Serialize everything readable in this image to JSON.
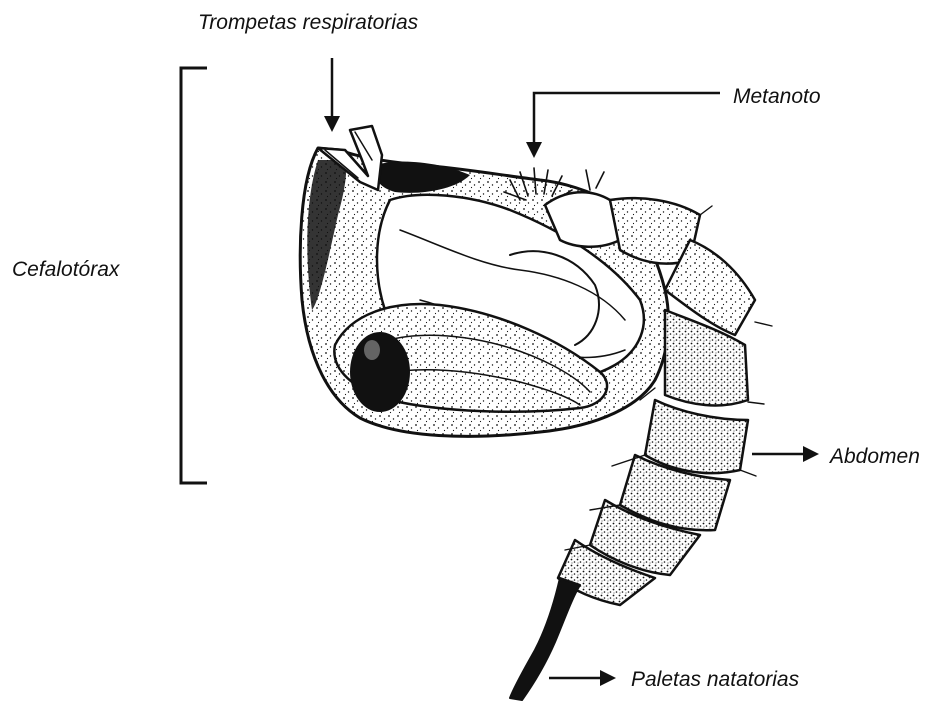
{
  "labels": {
    "trompetas": "Trompetas respiratorias",
    "metanoto": "Metanoto",
    "cefalotorax": "Cefalotórax",
    "abdomen": "Abdomen",
    "paletas": "Paletas natatorias"
  },
  "colors": {
    "ink": "#111111",
    "background": "#ffffff"
  }
}
